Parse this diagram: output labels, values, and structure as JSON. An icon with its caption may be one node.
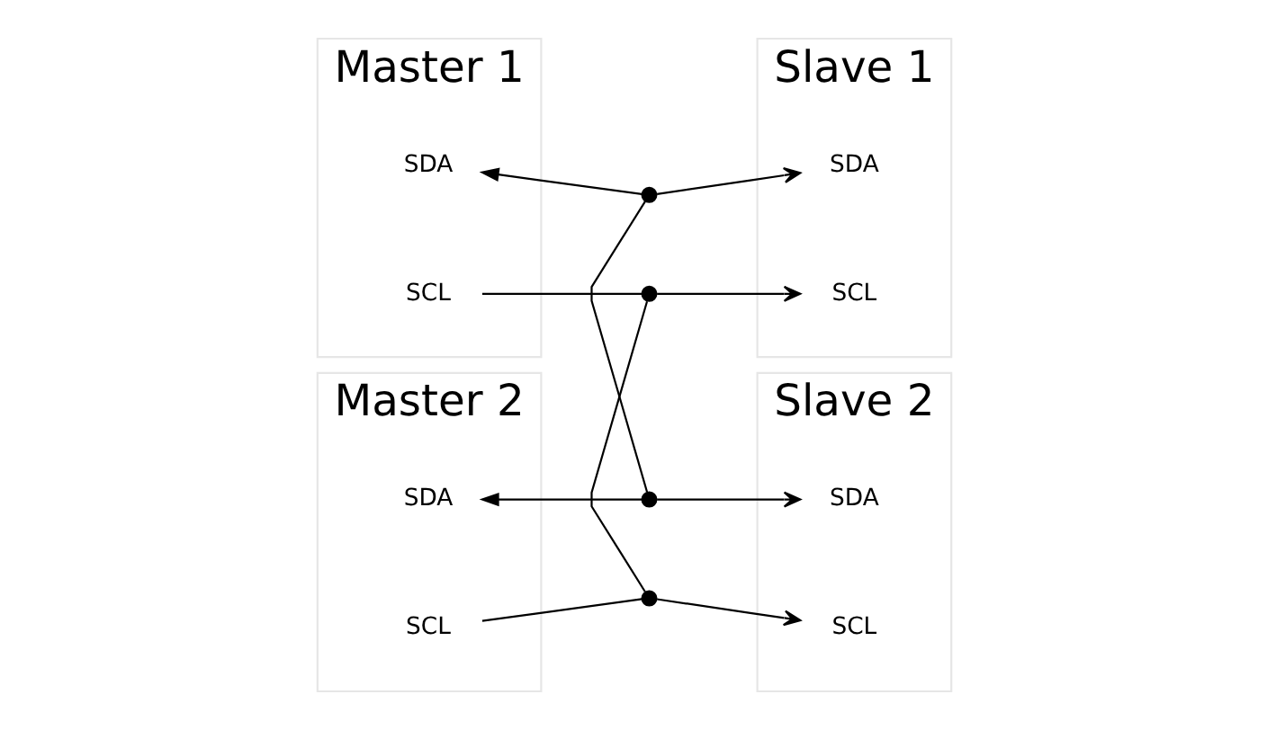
{
  "diagram": {
    "nodes": [
      {
        "text": [
          "Master 1"
        ]
      },
      {
        "text": [
          "SDA"
        ],
        "in": 0
      },
      {
        "text": [
          "SCL"
        ],
        "in": 0
      },
      {
        "text": [
          "Slave 1"
        ]
      },
      {
        "text": [
          "SDA"
        ],
        "in": 3
      },
      {
        "text": [
          "SCL"
        ],
        "in": 3
      },
      {
        "text": [
          "Master 2"
        ]
      },
      {
        "text": [
          "SDA"
        ],
        "in": 6
      },
      {
        "text": [
          "SCL"
        ],
        "in": 6
      },
      {
        "text": [
          "Slave 2"
        ]
      },
      {
        "text": [
          "SDA"
        ],
        "in": 9
      },
      {
        "text": [
          "SCL"
        ],
        "in": 9
      },
      {
        "text": [],
        "shape": "circle"
      },
      {
        "text": [],
        "shape": "circle"
      },
      {
        "text": [],
        "shape": "circle"
      },
      {
        "text": [],
        "shape": "circle"
      }
    ],
    "edges": [
      {
        "from": 12,
        "to": 1,
        "arrow": "to"
      },
      {
        "from": 12,
        "to": 4,
        "arrow": "to"
      },
      {
        "from": 2,
        "to": 13,
        "arrow": "none"
      },
      {
        "from": 13,
        "to": 5,
        "arrow": "to"
      },
      {
        "from": 12,
        "to": 14,
        "arrow": "none"
      },
      {
        "from": 13,
        "to": 15,
        "arrow": "none"
      },
      {
        "from": 14,
        "to": 7,
        "arrow": "to"
      },
      {
        "from": 14,
        "to": 10,
        "arrow": "to"
      },
      {
        "from": 8,
        "to": 15,
        "arrow": "none"
      },
      {
        "from": 15,
        "to": 11,
        "arrow": "to"
      }
    ]
  }
}
